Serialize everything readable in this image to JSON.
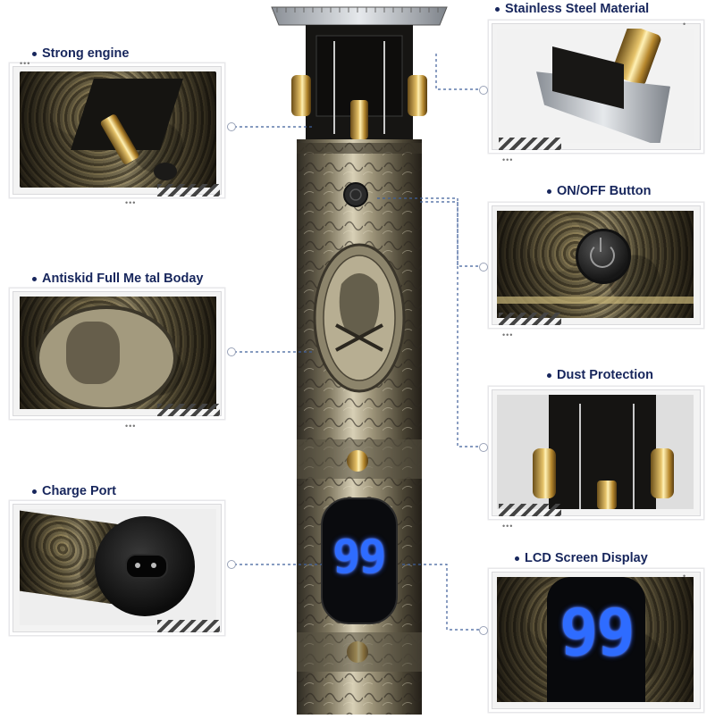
{
  "labels": {
    "strong_engine": "Strong engine",
    "body": "Antiskid Full Me tal Boday",
    "charge_port": "Charge Port",
    "steel": "Stainless Steel Material",
    "onoff": "ON/OFF Button",
    "dust": "Dust Protection",
    "lcd": "LCD Screen Display"
  },
  "lcd_reading": "99",
  "colors": {
    "label_text": "#17265c",
    "lcd_blue": "#2e6cff",
    "connector": "#3f5f9a"
  }
}
